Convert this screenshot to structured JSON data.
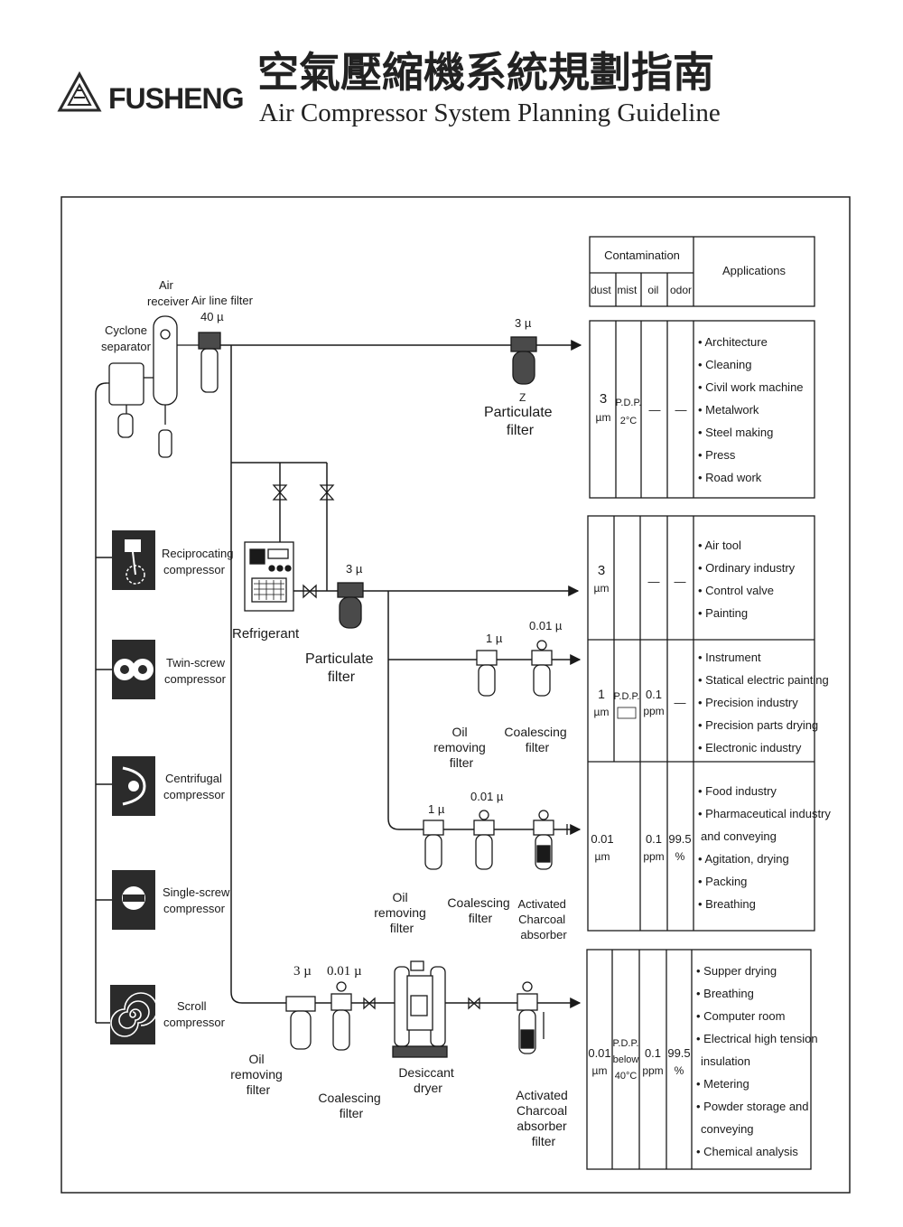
{
  "header": {
    "brand": "FUSHENG",
    "title_zh": "空氣壓縮機系統規劃指南",
    "title_en": "Air Compressor System Planning Guideline"
  },
  "colors": {
    "ink": "#1a1a1a",
    "fill_dark": "#4a4a4a",
    "panel": "#e8e8e8",
    "frame": "#222222"
  },
  "equipment": {
    "air_receiver": [
      "Air",
      "receiver"
    ],
    "air_line_filter": [
      "Air line filter",
      "40 µ"
    ],
    "cyclone_separator": [
      "Cyclone",
      "separator"
    ],
    "refrigerant": "Refrigerant"
  },
  "compressors": [
    {
      "label": [
        "Reciprocating",
        "compressor"
      ],
      "icon": "reciprocating-icon"
    },
    {
      "label": [
        "Twin-screw",
        "compressor"
      ],
      "icon": "twin-screw-icon"
    },
    {
      "label": [
        "Centrifugal",
        "compressor"
      ],
      "icon": "centrifugal-icon"
    },
    {
      "label": [
        "Single-screw",
        "compressor"
      ],
      "icon": "single-screw-icon"
    },
    {
      "label": [
        "Scroll",
        "compressor"
      ],
      "icon": "scroll-icon"
    }
  ],
  "filter_labels": {
    "particulate": [
      "Particulate",
      "filter"
    ],
    "oil_removing": [
      "Oil",
      "removing",
      "filter"
    ],
    "coalescing": [
      "Coalescing",
      "filter"
    ],
    "activated_charcoal_small": [
      "Activated",
      "Charcoal",
      "absorber"
    ],
    "desiccant_dryer": [
      "Desiccant",
      "dryer"
    ],
    "activated_charcoal_filter": [
      "Activated",
      "Charcoal",
      "absorber",
      "filter"
    ]
  },
  "ratings": {
    "r3": "3 µ",
    "r1": "1 µ",
    "r001": "0.01 µ"
  },
  "table": {
    "contamination": "Contamination",
    "applications": "Applications",
    "cols": [
      "dust",
      "mist",
      "oil",
      "odor"
    ],
    "rows": [
      {
        "dust": [
          "3",
          "µm"
        ],
        "mist": [
          "P.D.P.",
          "2°C"
        ],
        "oil": "—",
        "odor": "—",
        "apps": [
          "• Architecture",
          "• Cleaning",
          "• Civil work machine",
          "• Metalwork",
          "• Steel making",
          "• Press",
          "• Road work"
        ]
      },
      {
        "dust": [
          "3",
          "µm"
        ],
        "mist": [],
        "oil": "—",
        "odor": "—",
        "apps": [
          "• Air tool",
          "• Ordinary industry",
          "• Control valve",
          "• Painting"
        ]
      },
      {
        "dust": [
          "1",
          "µm"
        ],
        "mist": [
          "P.D.P."
        ],
        "oil": [
          "0.1",
          "ppm"
        ],
        "odor": "—",
        "apps": [
          "• Instrument",
          "• Statical electric painting",
          "• Precision industry",
          "• Precision parts drying",
          "• Electronic industry"
        ]
      },
      {
        "dust": [
          "0.01",
          "µm"
        ],
        "mist": [],
        "oil": [
          "0.1",
          "ppm"
        ],
        "odor": [
          "99.5",
          "%"
        ],
        "apps": [
          "• Food industry",
          "• Pharmaceutical industry",
          "and conveying",
          "• Agitation, drying",
          "• Packing",
          "• Breathing"
        ]
      },
      {
        "dust": [
          "0.01",
          "µm"
        ],
        "mist": [
          "P.D.P.",
          "below",
          "40°C"
        ],
        "oil": [
          "0.1",
          "ppm"
        ],
        "odor": [
          "99.5",
          "%"
        ],
        "apps": [
          "• Supper drying",
          "• Breathing",
          "• Computer room",
          "• Electrical high tension",
          "insulation",
          "• Metering",
          "• Powder storage and",
          "conveying",
          "• Chemical analysis"
        ]
      }
    ]
  }
}
